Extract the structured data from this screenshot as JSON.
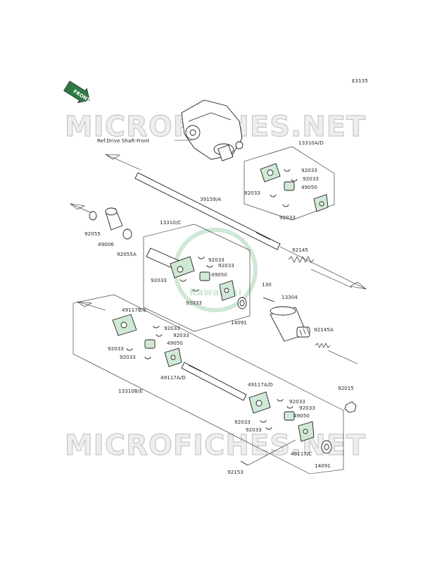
{
  "diagram": {
    "code": "E3135",
    "front_badge": "FRONT",
    "watermark": "MICROFICHES.NET",
    "brand_seal": "Kawasaki",
    "labels": {
      "ref_drive_shaft_front": "Ref.Drive Shaft-Front",
      "p13310AD": "13310A/D",
      "p92033_a1": "92033",
      "p92033_a2": "92033",
      "p49050_a": "49050",
      "p92033_a3": "92033",
      "p92033_a4": "92033",
      "p39159A": "39159/A",
      "p92055": "92055",
      "p49006": "49006",
      "p92055A": "92055A",
      "p13310C": "13310/C",
      "p92033_c1": "92033",
      "p92033_c2": "92033",
      "p49050_c": "49050",
      "p92033_c3": "92033",
      "p92033_c4": "92033",
      "p92145": "92145",
      "p130": "130",
      "p13304": "13304",
      "p14091_a": "14091",
      "p92145A": "92145A",
      "p49117BE": "49117B/E",
      "p92033_e1": "92033",
      "p92033_e2": "92033",
      "p49050_e": "49050",
      "p92033_e3": "92033",
      "p92033_e4": "92033",
      "p49117AD_1": "49117A/D",
      "p13310BE": "13310B/E",
      "p49117AD_2": "49117A/D",
      "p92033_f1": "92033",
      "p92033_f2": "92033",
      "p49050_f": "49050",
      "p92033_f3": "92033",
      "p92033_f4": "92033",
      "p92015": "92015",
      "p49117C": "49117/C",
      "p92153": "92153",
      "p14091_b": "14091"
    }
  }
}
